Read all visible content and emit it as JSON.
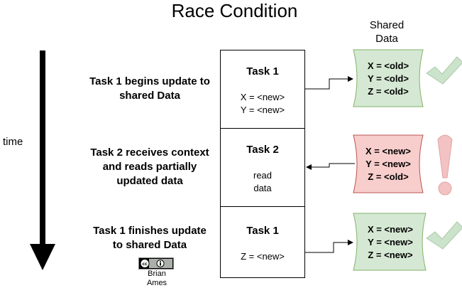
{
  "diagram": {
    "title": "Race Condition",
    "shared_data_label_line1": "Shared",
    "shared_data_label_line2": "Data",
    "time_label": "time",
    "rows": [
      {
        "description_line1": "Task 1 begins update to",
        "description_line2": "shared Data",
        "task_title": "Task 1",
        "task_lines": [
          "X = <new>",
          "Y = <new>"
        ],
        "data_lines": [
          "X = <old>",
          "Y = <old>",
          "Z = <old>"
        ],
        "data_status": "consistent",
        "status_icon": "check-icon"
      },
      {
        "description_line1": "Task 2 receives context",
        "description_line2": "and reads partially",
        "description_line3": "updated data",
        "task_title": "Task 2",
        "task_lines": [
          "read",
          "data"
        ],
        "data_lines": [
          "X = <new>",
          "Y = <new>",
          "Z = <old>"
        ],
        "data_status": "inconsistent",
        "status_icon": "exclamation-icon"
      },
      {
        "description_line1": "Task 1 finishes update",
        "description_line2": "to shared Data",
        "task_title": "Task 1",
        "task_lines": [
          "Z = <new>"
        ],
        "data_lines": [
          "X = <new>",
          "Y = <new>",
          "Z = <new>"
        ],
        "data_status": "consistent",
        "status_icon": "check-icon"
      }
    ],
    "license_badge_icon": "cc-by-icon",
    "author_line1": "Brian",
    "author_line2": "Ames",
    "colors": {
      "ok_fill": "#d5e8d4",
      "ok_stroke": "#82b366",
      "bad_fill": "#f8cecc",
      "bad_stroke": "#b85450",
      "exclamation": "#f3c2c2",
      "check": "#cce3cb"
    }
  }
}
